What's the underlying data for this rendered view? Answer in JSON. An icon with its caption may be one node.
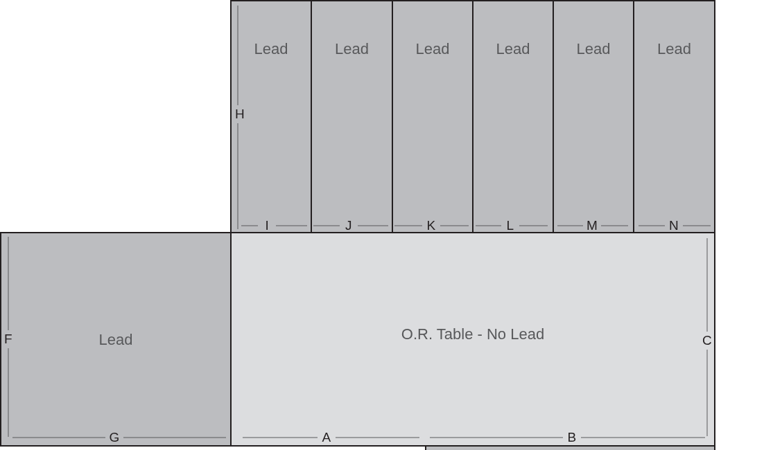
{
  "diagram": {
    "nodes": [
      {
        "text": [
          "Lead"
        ]
      },
      {
        "text": [
          "Lead"
        ]
      },
      {
        "text": [
          "Lead"
        ]
      },
      {
        "text": [
          "Lead"
        ]
      },
      {
        "text": [
          "Lead"
        ]
      },
      {
        "text": [
          "Lead"
        ]
      },
      {
        "text": [
          "Lead"
        ]
      },
      {
        "text": [
          "O.R. Table - No Lead"
        ]
      },
      {
        "text": [],
        "shape": "box"
      }
    ],
    "edges": [],
    "labels": [
      "H",
      "I",
      "J",
      "K",
      "L",
      "M",
      "N",
      "F",
      "C",
      "G",
      "A",
      "B"
    ]
  }
}
